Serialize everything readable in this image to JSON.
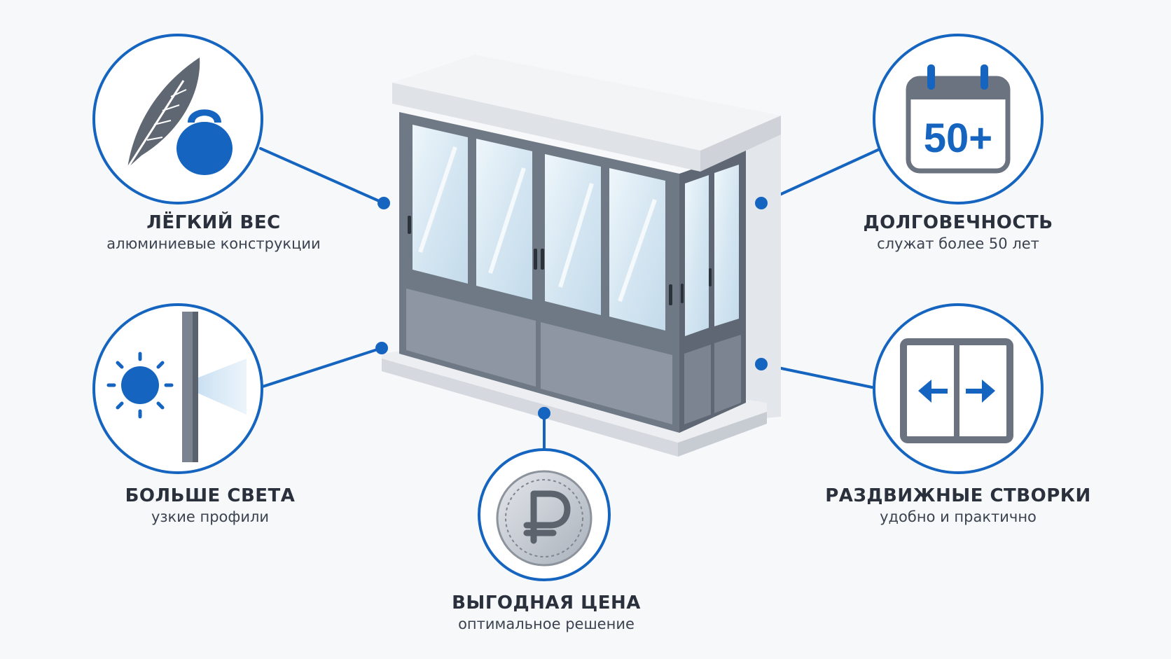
{
  "colors": {
    "accent": "#1565c0",
    "frame": "#6f7986",
    "frame_dark": "#5e6773",
    "glass": "#dcebf5",
    "slab": "#e6e9ee",
    "text": "#2a313c"
  },
  "features": {
    "light_weight": {
      "title": "ЛЁГКИЙ ВЕС",
      "subtitle": "алюминиевые конструкции",
      "icons": [
        "feather-icon",
        "kettlebell-icon"
      ]
    },
    "more_light": {
      "title": "БОЛЬШЕ СВЕТА",
      "subtitle": "узкие профили",
      "icons": [
        "sun-icon",
        "narrow-profile-icon"
      ]
    },
    "good_price": {
      "title": "ВЫГОДНАЯ ЦЕНА",
      "subtitle": "оптимальное решение",
      "icons": [
        "ruble-coin-icon"
      ]
    },
    "durability": {
      "title": "ДОЛГОВЕЧНОСТЬ",
      "subtitle": "служат более 50 лет",
      "icons": [
        "calendar-icon"
      ],
      "calendar_text": "50+"
    },
    "sliding": {
      "title": "РАЗДВИЖНЫЕ СТВОРКИ",
      "subtitle": "удобно и практично",
      "icons": [
        "sliding-window-icon",
        "arrow-left-icon",
        "arrow-right-icon"
      ]
    }
  }
}
